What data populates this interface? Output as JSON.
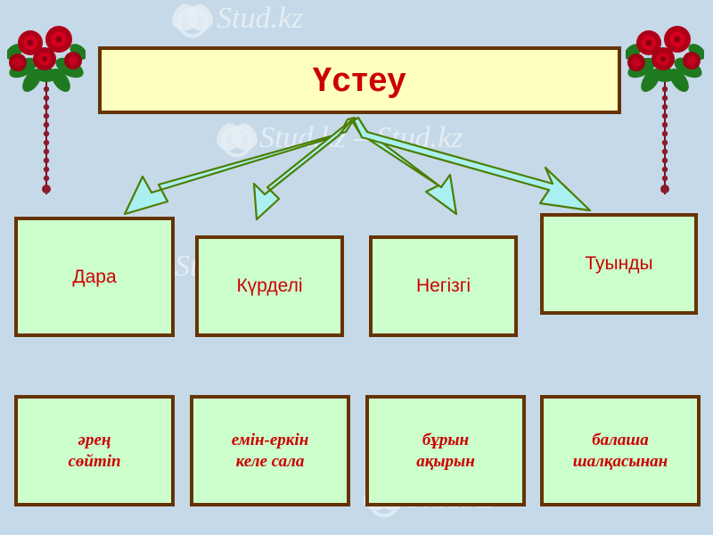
{
  "title": {
    "text": "Үстеу"
  },
  "categories": [
    {
      "label": "Дара"
    },
    {
      "label": "Күрделі"
    },
    {
      "label": "Негізгі"
    },
    {
      "label": "Туынды"
    }
  ],
  "examples": [
    {
      "text": "әрең\nсөйтіп"
    },
    {
      "text": "емін-еркін\nкеле сала"
    },
    {
      "text": "бұрын\nақырын"
    },
    {
      "text": "балаша\nшалқасынан"
    }
  ],
  "watermarks": [
    {
      "text": "Stud.kz"
    },
    {
      "text": "Stud.kz"
    },
    {
      "text": "Stud.kz – Stud.kz"
    },
    {
      "text": "Stud.kz"
    },
    {
      "text": "Stud.kz"
    }
  ],
  "decorations": [
    {
      "name": "rose-bouquet-left"
    },
    {
      "name": "rose-bouquet-right"
    }
  ],
  "colors": {
    "background": "#c5d9e8",
    "title_fill": "#ffffc0",
    "box_fill": "#ccffcc",
    "border": "#663300",
    "text": "#cc0000",
    "arrow_fill": "#aaf0f0",
    "arrow_stroke": "#4d7d00"
  }
}
